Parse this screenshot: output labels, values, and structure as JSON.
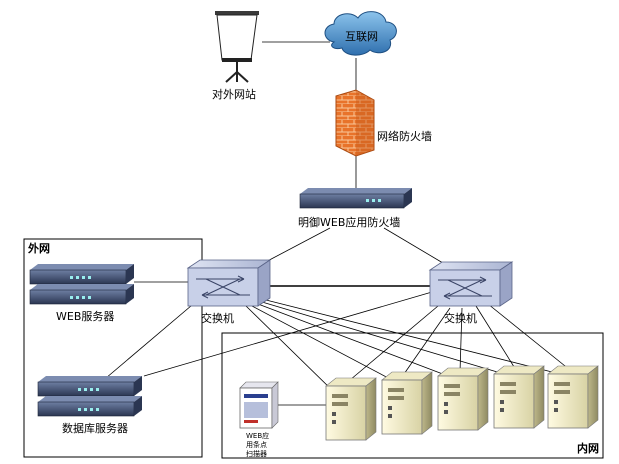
{
  "nodes": {
    "external_site": "对外网站",
    "internet": "互联网",
    "firewall": "网络防火墙",
    "waf": "明御WEB应用防火墙",
    "switch_left": "交换机",
    "switch_right": "交换机",
    "web_servers": "WEB服务器",
    "db_servers": "数据库服务器",
    "scanner_lines": [
      "WEB应",
      "用条点",
      "扫描器"
    ]
  },
  "zones": {
    "outer": "外网",
    "inner": "内网"
  },
  "colors": {
    "cloud": "#4a8ec8",
    "firewall_brick": "#e8732a",
    "device_body": "#3a4a6a",
    "device_front": "#5c6e92",
    "switch_body": "#c8d0e8",
    "server_body": "#f0ecc8",
    "line": "#000000"
  }
}
